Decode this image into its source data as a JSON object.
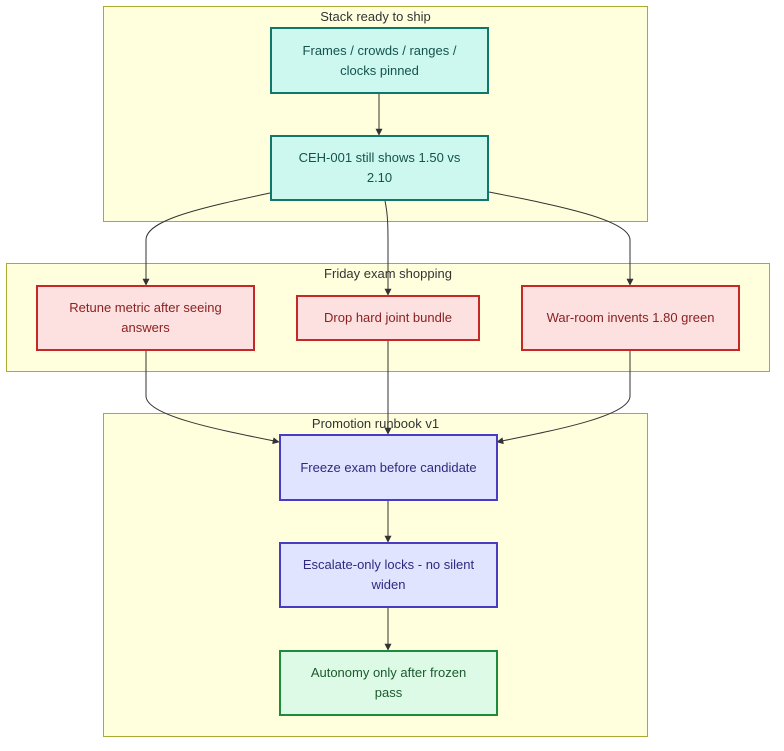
{
  "clusters": {
    "stack": {
      "title": "Stack ready to ship"
    },
    "friday": {
      "title": "Friday exam shopping"
    },
    "runbook": {
      "title": "Promotion runbook v1"
    }
  },
  "nodes": {
    "frames": {
      "label": "Frames / crowds / ranges / clocks pinned"
    },
    "ceh": {
      "label": "CEH-001 still shows 1.50 vs 2.10"
    },
    "retune": {
      "label": "Retune metric after seeing answers"
    },
    "drop": {
      "label": "Drop hard joint bundle"
    },
    "warroom": {
      "label": "War-room invents 1.80 green"
    },
    "freeze": {
      "label": "Freeze exam before candidate"
    },
    "escalate": {
      "label": "Escalate-only locks - no silent widen"
    },
    "autonomy": {
      "label": "Autonomy only after frozen pass"
    }
  },
  "colors": {
    "cluster_fill": "#ffffde",
    "cluster_border": "#aaaa33",
    "teal_fill": "#ccf8ef",
    "teal_border": "#11776b",
    "red_fill": "#fde0e0",
    "red_border": "#c62828",
    "blue_fill": "#e0e4ff",
    "blue_border": "#4a3cc2",
    "green_fill": "#dcfae6",
    "green_border": "#1e8a3c",
    "edge": "#333333"
  }
}
